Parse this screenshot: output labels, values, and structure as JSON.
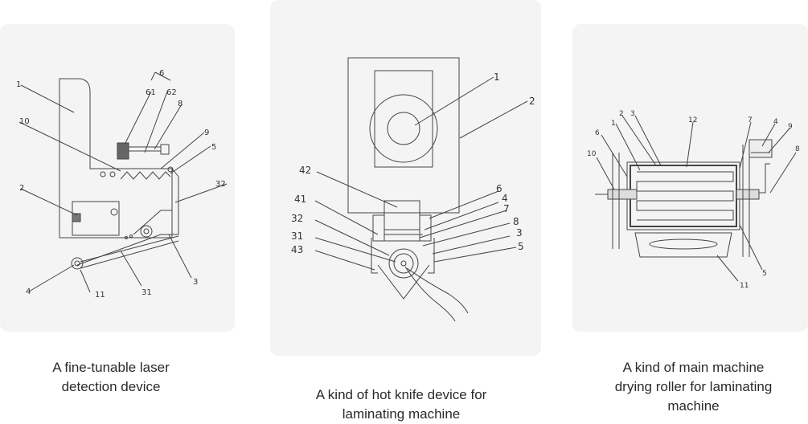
{
  "panels": [
    {
      "caption_lines": [
        "A fine-tunable laser",
        "detection device"
      ],
      "labels": [
        "1",
        "6",
        "61",
        "62",
        "8",
        "10",
        "9",
        "5",
        "32",
        "2",
        "4",
        "11",
        "31",
        "3"
      ]
    },
    {
      "caption_lines": [
        "A kind of hot knife device for",
        "laminating machine"
      ],
      "labels": [
        "1",
        "2",
        "42",
        "6",
        "4",
        "41",
        "7",
        "32",
        "8",
        "31",
        "3",
        "43",
        "5"
      ]
    },
    {
      "caption_lines": [
        "A kind of main machine",
        "drying roller for laminating",
        "machine"
      ],
      "labels": [
        "2",
        "3",
        "12",
        "7",
        "4",
        "9",
        "1",
        "6",
        "8",
        "10",
        "5",
        "11"
      ]
    }
  ]
}
